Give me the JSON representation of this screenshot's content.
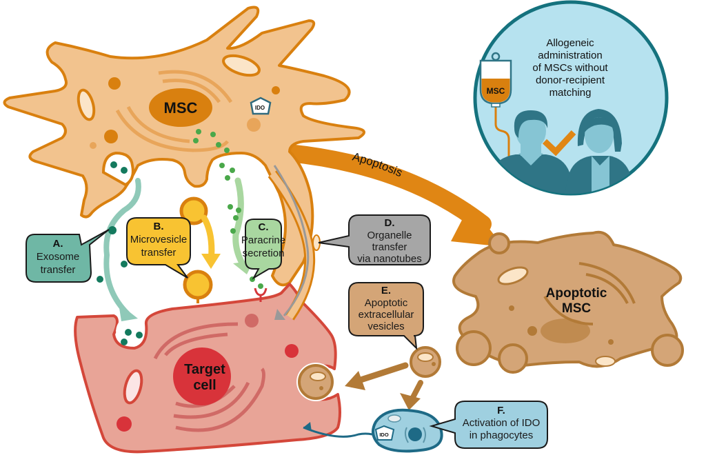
{
  "diagram": {
    "title": "MSC mechanisms of action",
    "colors": {
      "msc_fill": "#f2c38e",
      "msc_stroke": "#d9800f",
      "msc_nucleus": "#d9800f",
      "target_fill": "#e8a497",
      "target_stroke": "#d4473a",
      "target_nucleus": "#d8333a",
      "apoptotic_fill": "#d4a577",
      "apoptotic_stroke": "#b27a37",
      "apoptosis_arrow": "#e08614",
      "exosome": "#147a5e",
      "exosome_track": "#8fc9b8",
      "microvesicle": "#f8c332",
      "paracrine_dot": "#4aa84a",
      "paracrine_track": "#a9d7a0",
      "receptor": "#d4373a",
      "nanotube": "#999999",
      "phagocyte_fill": "#9fd0e0",
      "phagocyte_stroke": "#1e6a86",
      "inset_fill": "#b6e2ef",
      "inset_stroke": "#15727e",
      "person": "#2f7586",
      "check": "#e08614",
      "callout_a": "#6fb7a5",
      "callout_b": "#f8c332",
      "callout_c": "#a9d7a0",
      "callout_d": "#a6a6a6",
      "callout_e": "#d4a577",
      "callout_f": "#9fd0e0"
    },
    "msc": {
      "label": "MSC",
      "ido_label": "IDO"
    },
    "target_cell": {
      "label_line1": "Target",
      "label_line2": "cell"
    },
    "apoptotic_msc": {
      "label_line1": "Apoptotic",
      "label_line2": "MSC"
    },
    "apoptosis_arrow": {
      "label": "Apoptosis"
    },
    "phagocyte": {
      "ido_label": "IDO"
    },
    "inset": {
      "bag_label": "MSC",
      "text_lines": [
        "Allogeneic",
        "administration",
        "of MSCs without",
        "donor-recipient",
        "matching"
      ],
      "icons": [
        "iv-bag-icon",
        "person-male-icon",
        "person-female-icon",
        "checkmark-icon"
      ]
    },
    "callouts": [
      {
        "id": "A",
        "letter": "A.",
        "lines": [
          "Exosome",
          "transfer"
        ]
      },
      {
        "id": "B",
        "letter": "B.",
        "lines": [
          "Microvesicle",
          "transfer"
        ]
      },
      {
        "id": "C",
        "letter": "C.",
        "lines": [
          "Paracrine",
          "secretion"
        ]
      },
      {
        "id": "D",
        "letter": "D.",
        "lines": [
          "Organelle",
          "transfer",
          "via nanotubes"
        ]
      },
      {
        "id": "E",
        "letter": "E.",
        "lines": [
          "Apoptotic",
          "extracellular",
          "vesicles"
        ]
      },
      {
        "id": "F",
        "letter": "F.",
        "lines": [
          "Activation of IDO",
          "in phagocytes"
        ]
      }
    ]
  }
}
